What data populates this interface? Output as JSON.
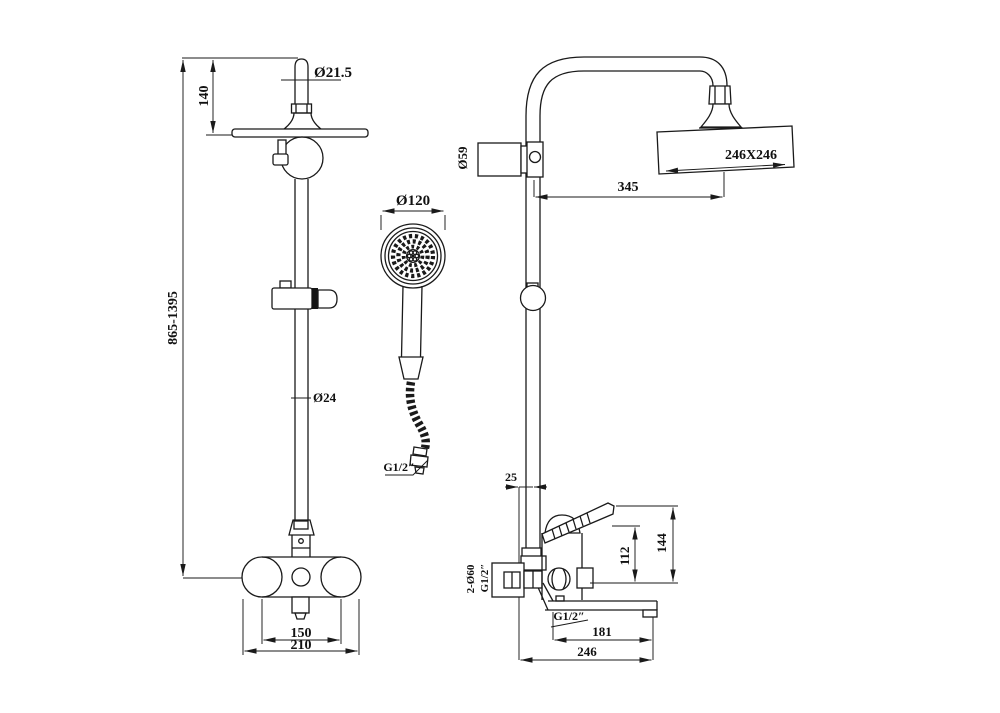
{
  "drawing_type": "shower-system-technical-drawing",
  "colors": {
    "line": "#1a1a1a",
    "background": "#ffffff"
  },
  "front_view": {
    "top_pipe_dia": "Ø21.5",
    "arm_drop": "140",
    "height_range": "865-1395",
    "pipe_dia": "Ø24",
    "inlet_spacing": "150",
    "body_width": "210"
  },
  "hand_shower": {
    "head_dia": "Ø120",
    "hose_thread": "G1/2″"
  },
  "side_view": {
    "bracket_dia": "Ø59",
    "head_size": "246X246",
    "arm_reach": "345",
    "wall_offset": "25",
    "lever_height": "112",
    "overall_height": "144",
    "wall_fittings": "2-Ø60",
    "wall_thread": "G1/2″",
    "spout_thread": "G1/2″",
    "spout_reach": "181",
    "overall_reach": "246"
  }
}
